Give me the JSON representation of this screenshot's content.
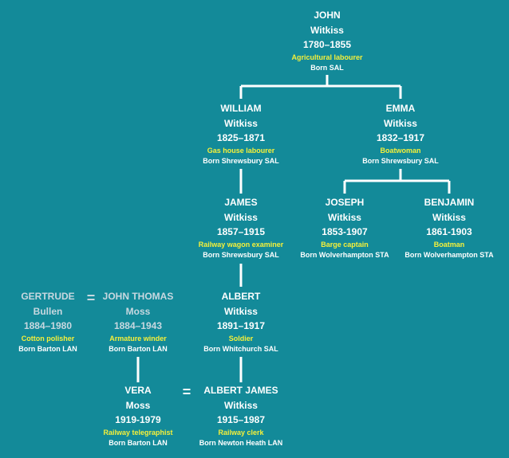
{
  "people": {
    "john": {
      "first": "JOHN",
      "surname": "Witkiss",
      "years": "1780–1855",
      "occupation": "Agricultural labourer",
      "born": "Born SAL"
    },
    "william": {
      "first": "WILLIAM",
      "surname": "Witkiss",
      "years": "1825–1871",
      "occupation": "Gas house labourer",
      "born": "Born Shrewsbury SAL"
    },
    "emma": {
      "first": "EMMA",
      "surname": "Witkiss",
      "years": "1832–1917",
      "occupation": "Boatwoman",
      "born": "Born Shrewsbury SAL"
    },
    "james": {
      "first": "JAMES",
      "surname": "Witkiss",
      "years": "1857–1915",
      "occupation": "Railway wagon examiner",
      "born": "Born Shrewsbury SAL"
    },
    "joseph": {
      "first": "JOSEPH",
      "surname": "Witkiss",
      "years": "1853-1907",
      "occupation": "Barge captain",
      "born": "Born Wolverhampton STA"
    },
    "benjamin": {
      "first": "BENJAMIN",
      "surname": "Witkiss",
      "years": "1861-1903",
      "occupation": "Boatman",
      "born": "Born Wolverhampton STA"
    },
    "gertrude": {
      "first": "GERTRUDE",
      "surname": "Bullen",
      "years": "1884–1980",
      "occupation": "Cotton polisher",
      "born": "Born Barton LAN"
    },
    "john_thomas": {
      "first": "JOHN THOMAS",
      "surname": "Moss",
      "years": "1884–1943",
      "occupation": "Armature winder",
      "born": "Born Barton LAN"
    },
    "albert": {
      "first": "ALBERT",
      "surname": "Witkiss",
      "years": "1891–1917",
      "occupation": "Soldier",
      "born": "Born Whitchurch SAL"
    },
    "vera": {
      "first": "VERA",
      "surname": "Moss",
      "years": "1919-1979",
      "occupation": "Railway telegraphist",
      "born": "Born Barton LAN"
    },
    "albert_james": {
      "first": "ALBERT JAMES",
      "surname": "Witkiss",
      "years": "1915–1987",
      "occupation": "Railway clerk",
      "born": "Born Newton Heath LAN"
    }
  },
  "marriage_symbol": "=",
  "colors": {
    "background": "#138a99",
    "name_text": "#ffffff",
    "occupation_text": "#f5f03a",
    "muted_text": "#c8d8e0",
    "connector": "#ffffff"
  }
}
